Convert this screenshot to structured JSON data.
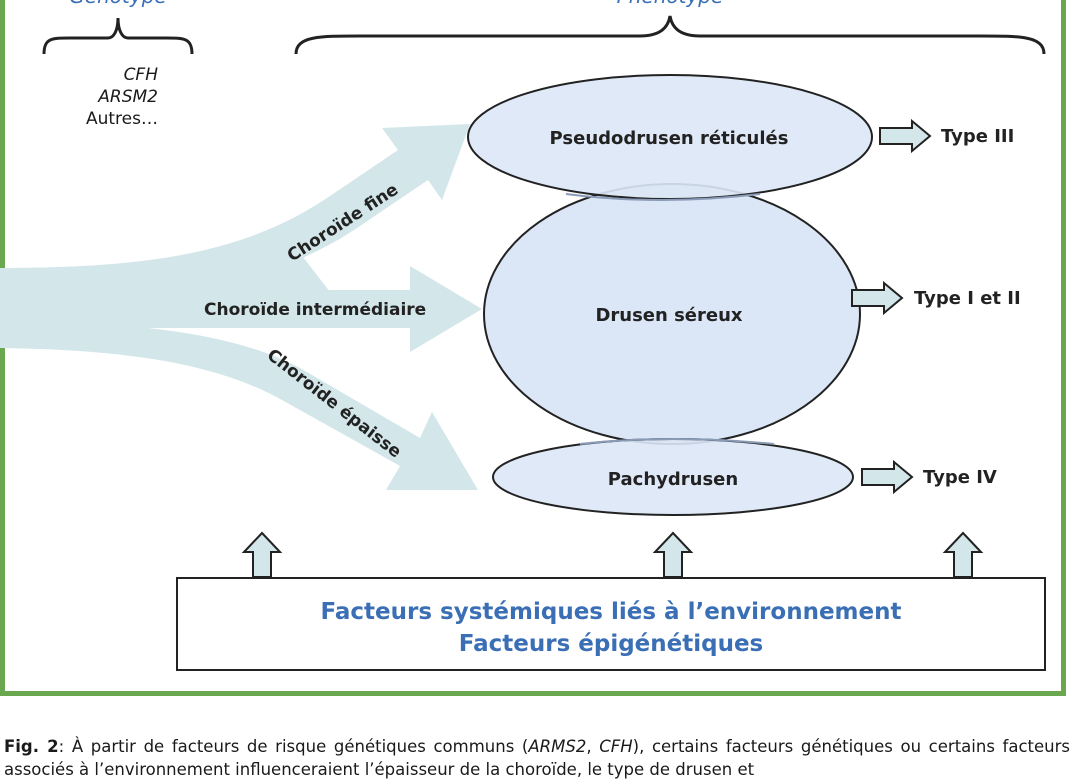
{
  "header": {
    "left_heading_fragment": "Génotype",
    "right_heading_fragment": "Phénotype"
  },
  "genetic_factors": {
    "item1": "CFH",
    "item2": "ARSM2",
    "item3": "Autres…"
  },
  "choroid": {
    "fine": "Choroïde fine",
    "intermediate": "Choroïde intermédiaire",
    "thick": "Choroïde épaisse"
  },
  "phenotypes": {
    "reticular": "Pseudodrusen réticulés",
    "serous": "Drusen séreux",
    "pachy": "Pachydrusen"
  },
  "types": {
    "t3": "Type III",
    "t12": "Type I et II",
    "t4": "Type IV"
  },
  "systemic": {
    "line1": "Facteurs systémiques liés à l’environnement",
    "line2": "Facteurs épigénétiques"
  },
  "caption": {
    "label": "Fig. 2",
    "part1": ": À partir de facteurs de risque génétiques communs (",
    "gene1": "ARMS2",
    "sep": ", ",
    "gene2": "CFH",
    "part2": "), certains facteurs génétiques ou certains facteurs associés à l’environnement influenceraient l’épaisseur de la choroïde, le type de drusen et"
  },
  "colors": {
    "frame": "#6aa84f",
    "arrow_fill": "#d3e6ea",
    "ellipse_fill": "#dbe7f6",
    "accent_text": "#3b6fb5"
  }
}
